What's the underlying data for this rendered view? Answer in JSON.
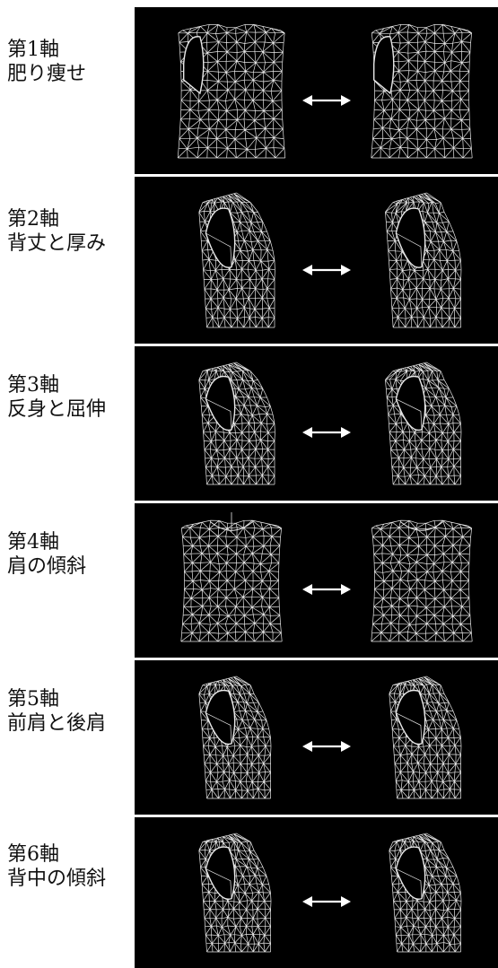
{
  "axes": [
    {
      "axis": "第1軸",
      "description": "肥り痩せ",
      "view": "front",
      "left_body": "full",
      "right_body": "slim"
    },
    {
      "axis": "第2軸",
      "description": "背丈と厚み",
      "view": "side",
      "left_body": "thick",
      "right_body": "tall"
    },
    {
      "axis": "第3軸",
      "description": "反身と屈伸",
      "view": "side",
      "left_body": "arched",
      "right_body": "bent"
    },
    {
      "axis": "第4軸",
      "description": "肩の傾斜",
      "view": "back",
      "left_body": "sloped",
      "right_body": "square"
    },
    {
      "axis": "第5軸",
      "description": "前肩と後肩",
      "view": "side",
      "left_body": "forward-shoulder",
      "right_body": "back-shoulder"
    },
    {
      "axis": "第6軸",
      "description": "背中の傾斜",
      "view": "side",
      "left_body": "back-tilt-a",
      "right_body": "back-tilt-b"
    }
  ],
  "arrow_icon": "double-headed-arrow-icon",
  "colors": {
    "panel_background": "#000000",
    "wireframe": "#e8e8e8",
    "page_background": "#ffffff"
  }
}
